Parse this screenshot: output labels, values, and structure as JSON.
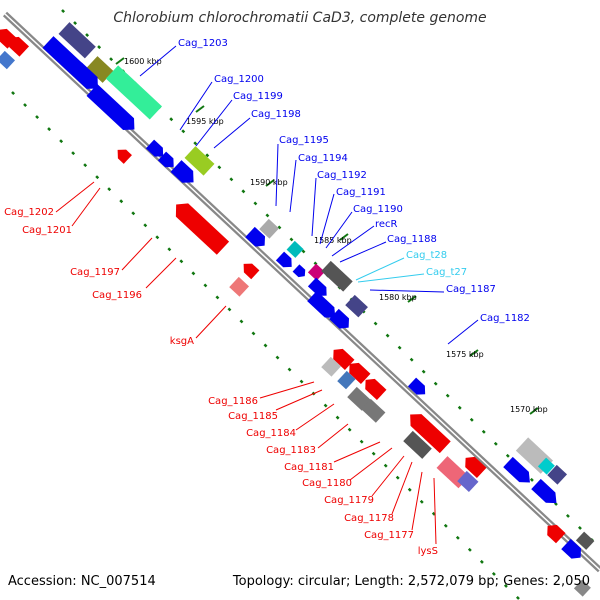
{
  "title": "Chlorobium chlorochromatii CaD3, complete genome",
  "accession": "Accession: NC_007514",
  "topology": "Topology: circular; Length: 2,572,079 bp; Genes: 2,050",
  "colors": {
    "forward": "#0000ee",
    "reverse": "#ee0000",
    "trna": "#33ccee",
    "backbone": "#888888",
    "kbp_tick": "#117711"
  },
  "kbp_labels": [
    "1600 kbp",
    "1595 kbp",
    "1590 kbp",
    "1585 kbp",
    "1580 kbp",
    "1575 kbp",
    "1570 kbp"
  ],
  "forward_labels": [
    "Cag_1203",
    "Cag_1200",
    "Cag_1199",
    "Cag_1198",
    "Cag_1195",
    "Cag_1194",
    "Cag_1192",
    "Cag_1191",
    "Cag_1190",
    "recR",
    "Cag_1188",
    "Cag_1187",
    "Cag_1182"
  ],
  "trna_labels": [
    "Cag_t28",
    "Cag_t27"
  ],
  "reverse_labels": [
    "Cag_1202",
    "Cag_1201",
    "Cag_1197",
    "Cag_1196",
    "ksgA",
    "Cag_1186",
    "Cag_1185",
    "Cag_1184",
    "Cag_1183",
    "Cag_1181",
    "Cag_1180",
    "Cag_1179",
    "Cag_1178",
    "Cag_1177",
    "lysS"
  ]
}
